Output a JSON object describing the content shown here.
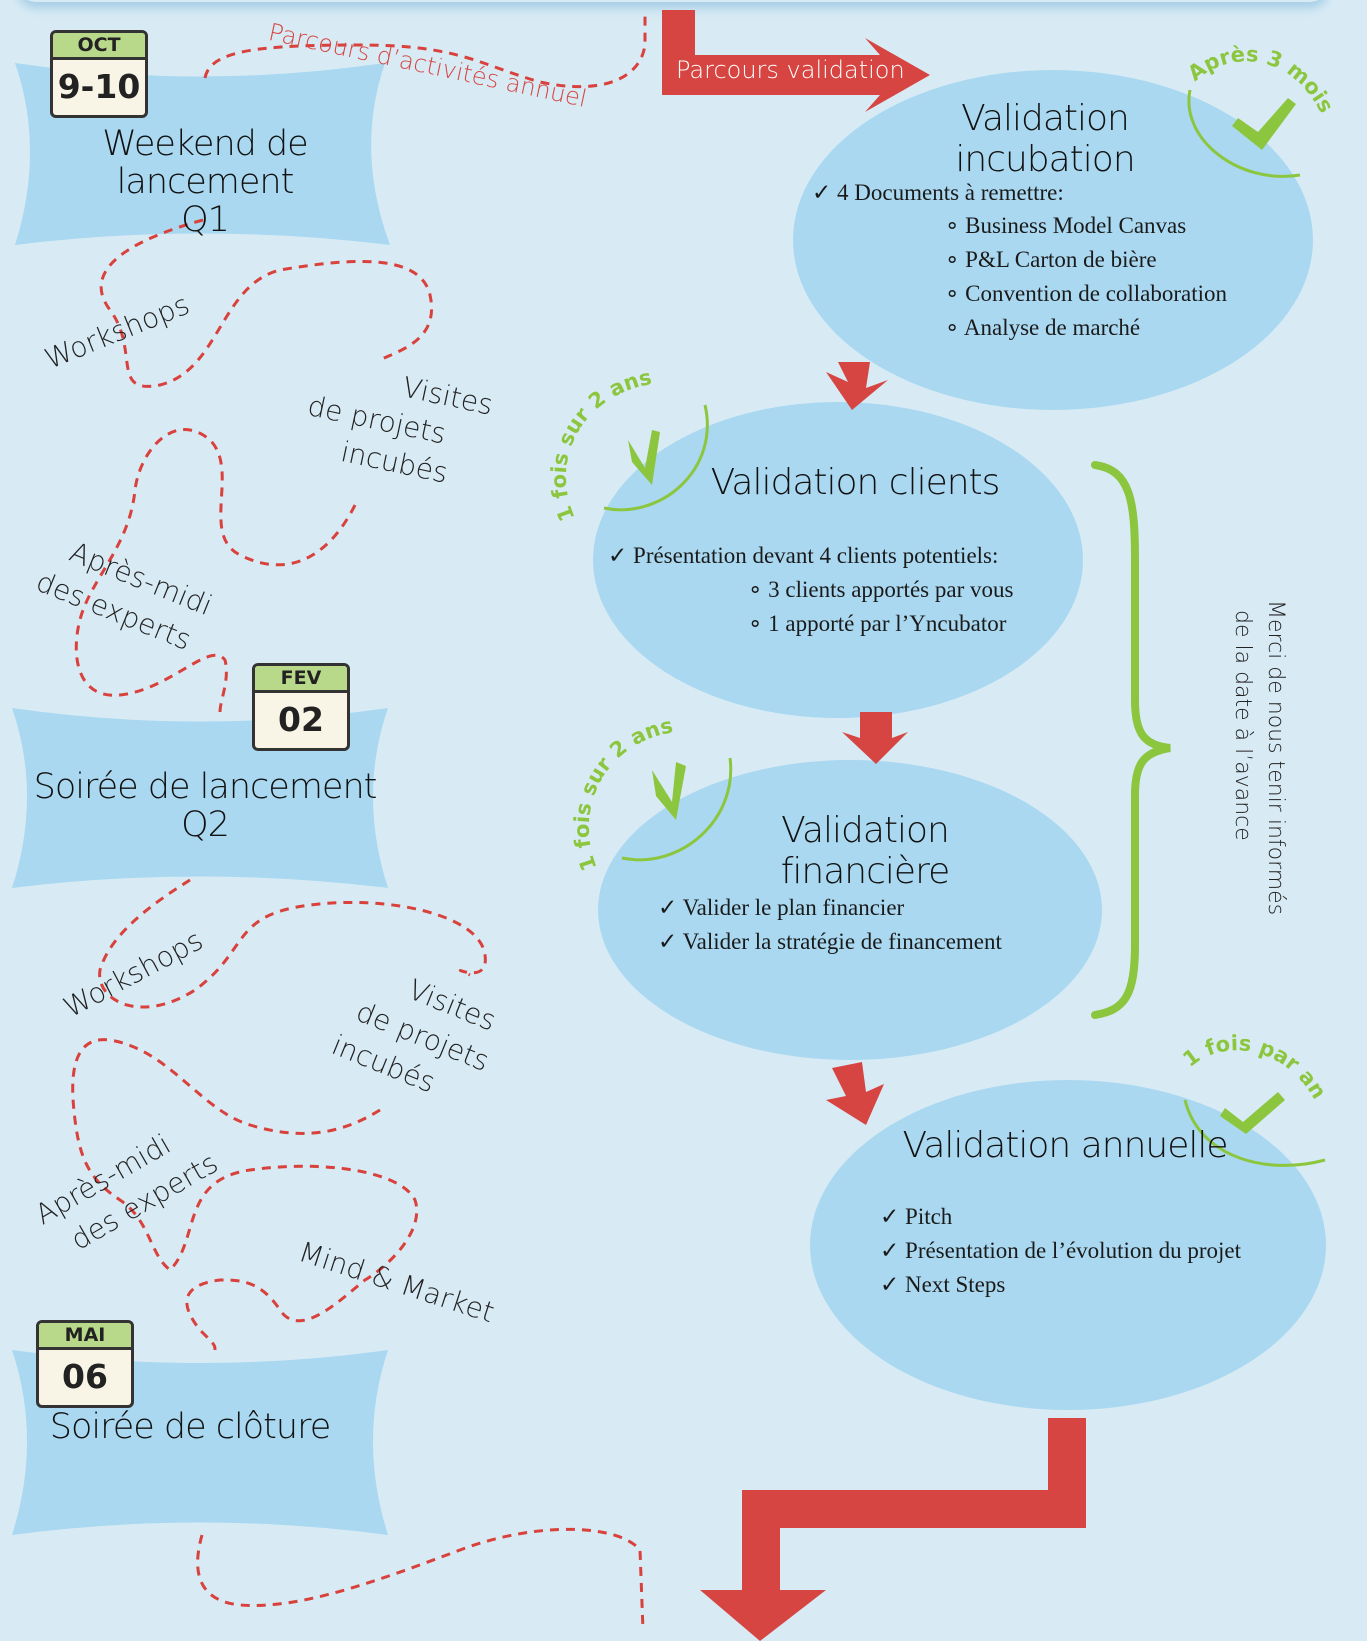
{
  "header": {
    "activity_path": "Parcours d’activités annuel",
    "validation_path": "Parcours validation"
  },
  "events": [
    {
      "month": "OCT",
      "day": "9-10",
      "title_line1": "Weekend de lancement",
      "title_line2": "Q1"
    },
    {
      "month": "FEV",
      "day": "02",
      "title_line1": "Soirée de lancement",
      "title_line2": "Q2"
    },
    {
      "month": "MAI",
      "day": "06",
      "title_line1": "Soirée de clôture",
      "title_line2": ""
    }
  ],
  "activities_1": {
    "workshops": "Workshops",
    "visits": [
      "Visites",
      "de projets",
      "incubés"
    ],
    "experts": [
      "Après-midi",
      "des experts"
    ]
  },
  "activities_2": {
    "workshops": "Workshops",
    "visits": [
      "Visites",
      "de projets",
      "incubés"
    ],
    "experts": [
      "Après-midi",
      "des experts"
    ],
    "mind_market": "Mind & Market"
  },
  "validations": {
    "incubation": {
      "title": "Validation incubation",
      "badge": "Après 3 mois",
      "intro": "✓ 4 Documents à remettre:",
      "items": [
        "Business Model Canvas",
        "P&L Carton de bière",
        "Convention de collaboration",
        "Analyse de marché"
      ]
    },
    "clients": {
      "title": "Validation clients",
      "badge": "1 fois sur 2 ans",
      "intro": "✓ Présentation devant 4 clients potentiels:",
      "items": [
        "3 clients apportés par vous",
        "1 apporté par l’Yncubator"
      ]
    },
    "financiere": {
      "title": "Validation financière",
      "badge": "1 fois sur 2 ans",
      "items": [
        "✓ Valider le plan financier",
        "✓ Valider la stratégie de financement"
      ]
    },
    "annuelle": {
      "title": "Validation annuelle",
      "badge": "1 fois par an",
      "items": [
        "✓ Pitch",
        "✓ Présentation de l’évolution du projet",
        "✓ Next Steps"
      ]
    }
  },
  "side_note": [
    "Merci de nous tenir informés",
    "de la date à l’avance"
  ],
  "colors": {
    "banner": "#a9d8f0",
    "oval": "#a9d8f0",
    "arrow": "#d64541",
    "green": "#8cc63f",
    "dash": "#d9413c"
  }
}
